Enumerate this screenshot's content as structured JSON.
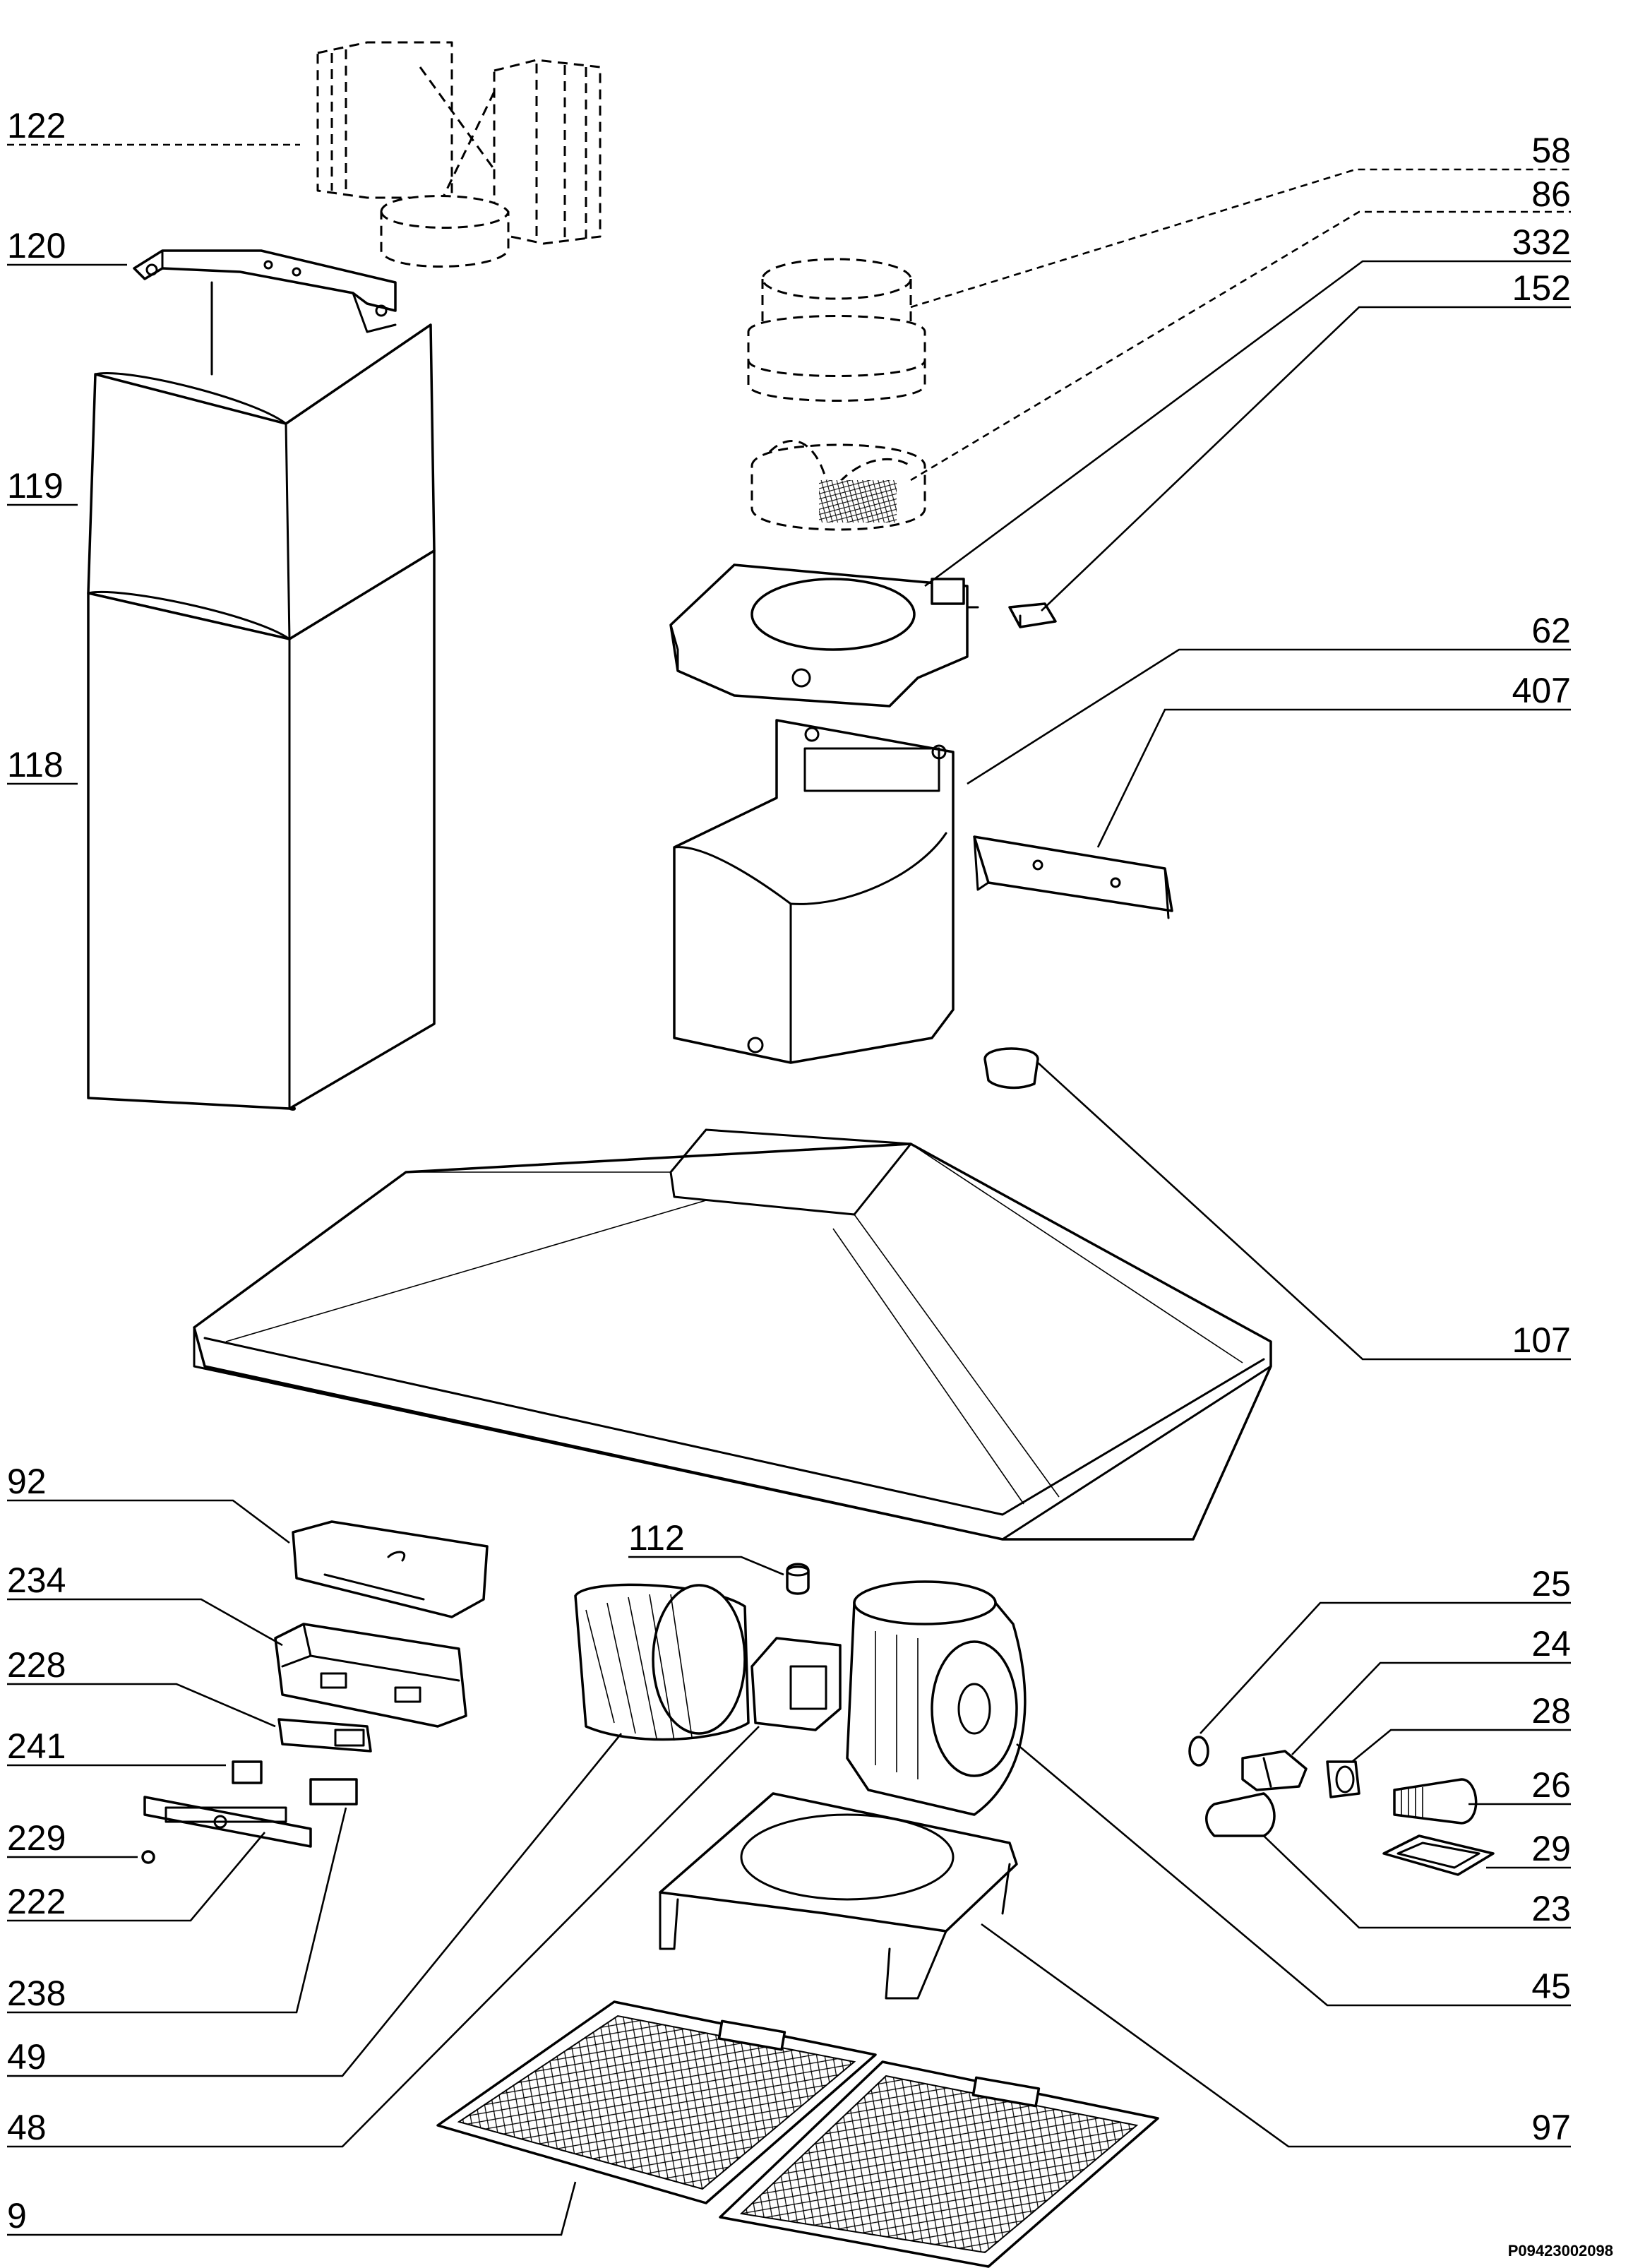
{
  "drawing": {
    "code": "P09423002098"
  },
  "callouts": [
    {
      "id": "122",
      "label": "122"
    },
    {
      "id": "120",
      "label": "120"
    },
    {
      "id": "119",
      "label": "119"
    },
    {
      "id": "118",
      "label": "118"
    },
    {
      "id": "58",
      "label": "58"
    },
    {
      "id": "86",
      "label": "86"
    },
    {
      "id": "332",
      "label": "332"
    },
    {
      "id": "152",
      "label": "152"
    },
    {
      "id": "62",
      "label": "62"
    },
    {
      "id": "407",
      "label": "407"
    },
    {
      "id": "107",
      "label": "107"
    },
    {
      "id": "92",
      "label": "92"
    },
    {
      "id": "112",
      "label": "112"
    },
    {
      "id": "234",
      "label": "234"
    },
    {
      "id": "228",
      "label": "228"
    },
    {
      "id": "241",
      "label": "241"
    },
    {
      "id": "229",
      "label": "229"
    },
    {
      "id": "222",
      "label": "222"
    },
    {
      "id": "238",
      "label": "238"
    },
    {
      "id": "49",
      "label": "49"
    },
    {
      "id": "48",
      "label": "48"
    },
    {
      "id": "9",
      "label": "9"
    },
    {
      "id": "25",
      "label": "25"
    },
    {
      "id": "24",
      "label": "24"
    },
    {
      "id": "28",
      "label": "28"
    },
    {
      "id": "26",
      "label": "26"
    },
    {
      "id": "29",
      "label": "29"
    },
    {
      "id": "23",
      "label": "23"
    },
    {
      "id": "45",
      "label": "45"
    },
    {
      "id": "97",
      "label": "97"
    }
  ]
}
